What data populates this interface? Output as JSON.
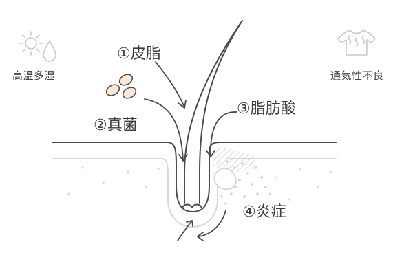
{
  "factors": {
    "left": "高温多湿",
    "right": "通気性不良"
  },
  "steps": [
    {
      "label": "①皮脂"
    },
    {
      "label": "②真菌"
    },
    {
      "label": "③脂肪酸"
    },
    {
      "label": "④炎症"
    }
  ],
  "colors": {
    "line": "#4a4a4a",
    "icon": "#c9c9c9",
    "under_skin": "#d8d8d8",
    "fungus_fill": "#f7e9da",
    "fungus_stroke": "#5a4a3e",
    "inflammation_dot": "#f0c5a8",
    "dermis_dot": "#dcdcdc",
    "hatch": "#cfcfcf"
  }
}
